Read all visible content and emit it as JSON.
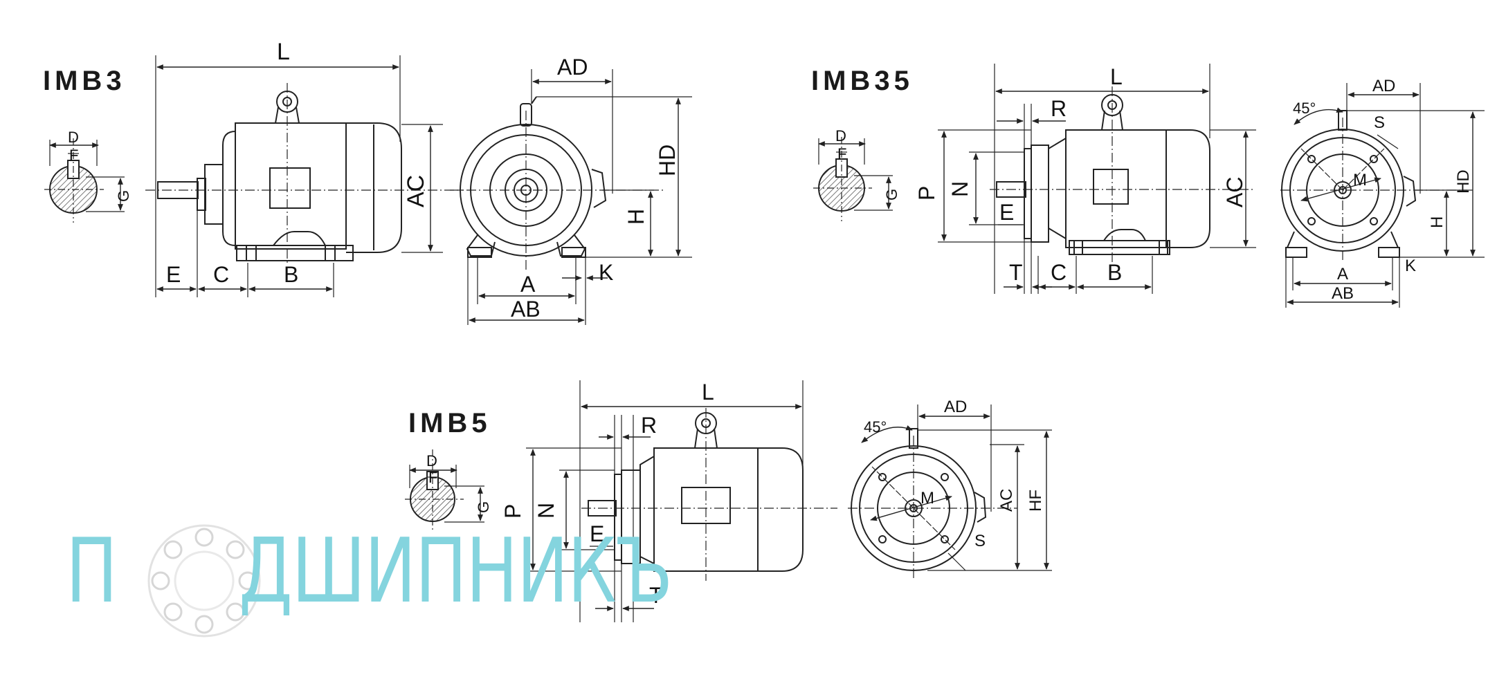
{
  "sections": {
    "imb3": {
      "title": "IMB3"
    },
    "imb35": {
      "title": "IMB35"
    },
    "imb5": {
      "title": "IMB5"
    }
  },
  "labels": {
    "L": "L",
    "AD": "AD",
    "AC": "AC",
    "HD": "HD",
    "HF": "HF",
    "H": "H",
    "K": "K",
    "A": "A",
    "AB": "AB",
    "B": "B",
    "C": "C",
    "E": "E",
    "D": "D",
    "F": "F",
    "G": "G",
    "R": "R",
    "P": "P",
    "N": "N",
    "T": "T",
    "M": "M",
    "S": "S",
    "angle": "45°"
  },
  "watermark": {
    "text_first": "П",
    "text_rest": "ДШИПНИКЪ",
    "color": "#84d4de"
  },
  "colors": {
    "line": "#222222",
    "hatch": "#555555",
    "background": "#ffffff"
  }
}
